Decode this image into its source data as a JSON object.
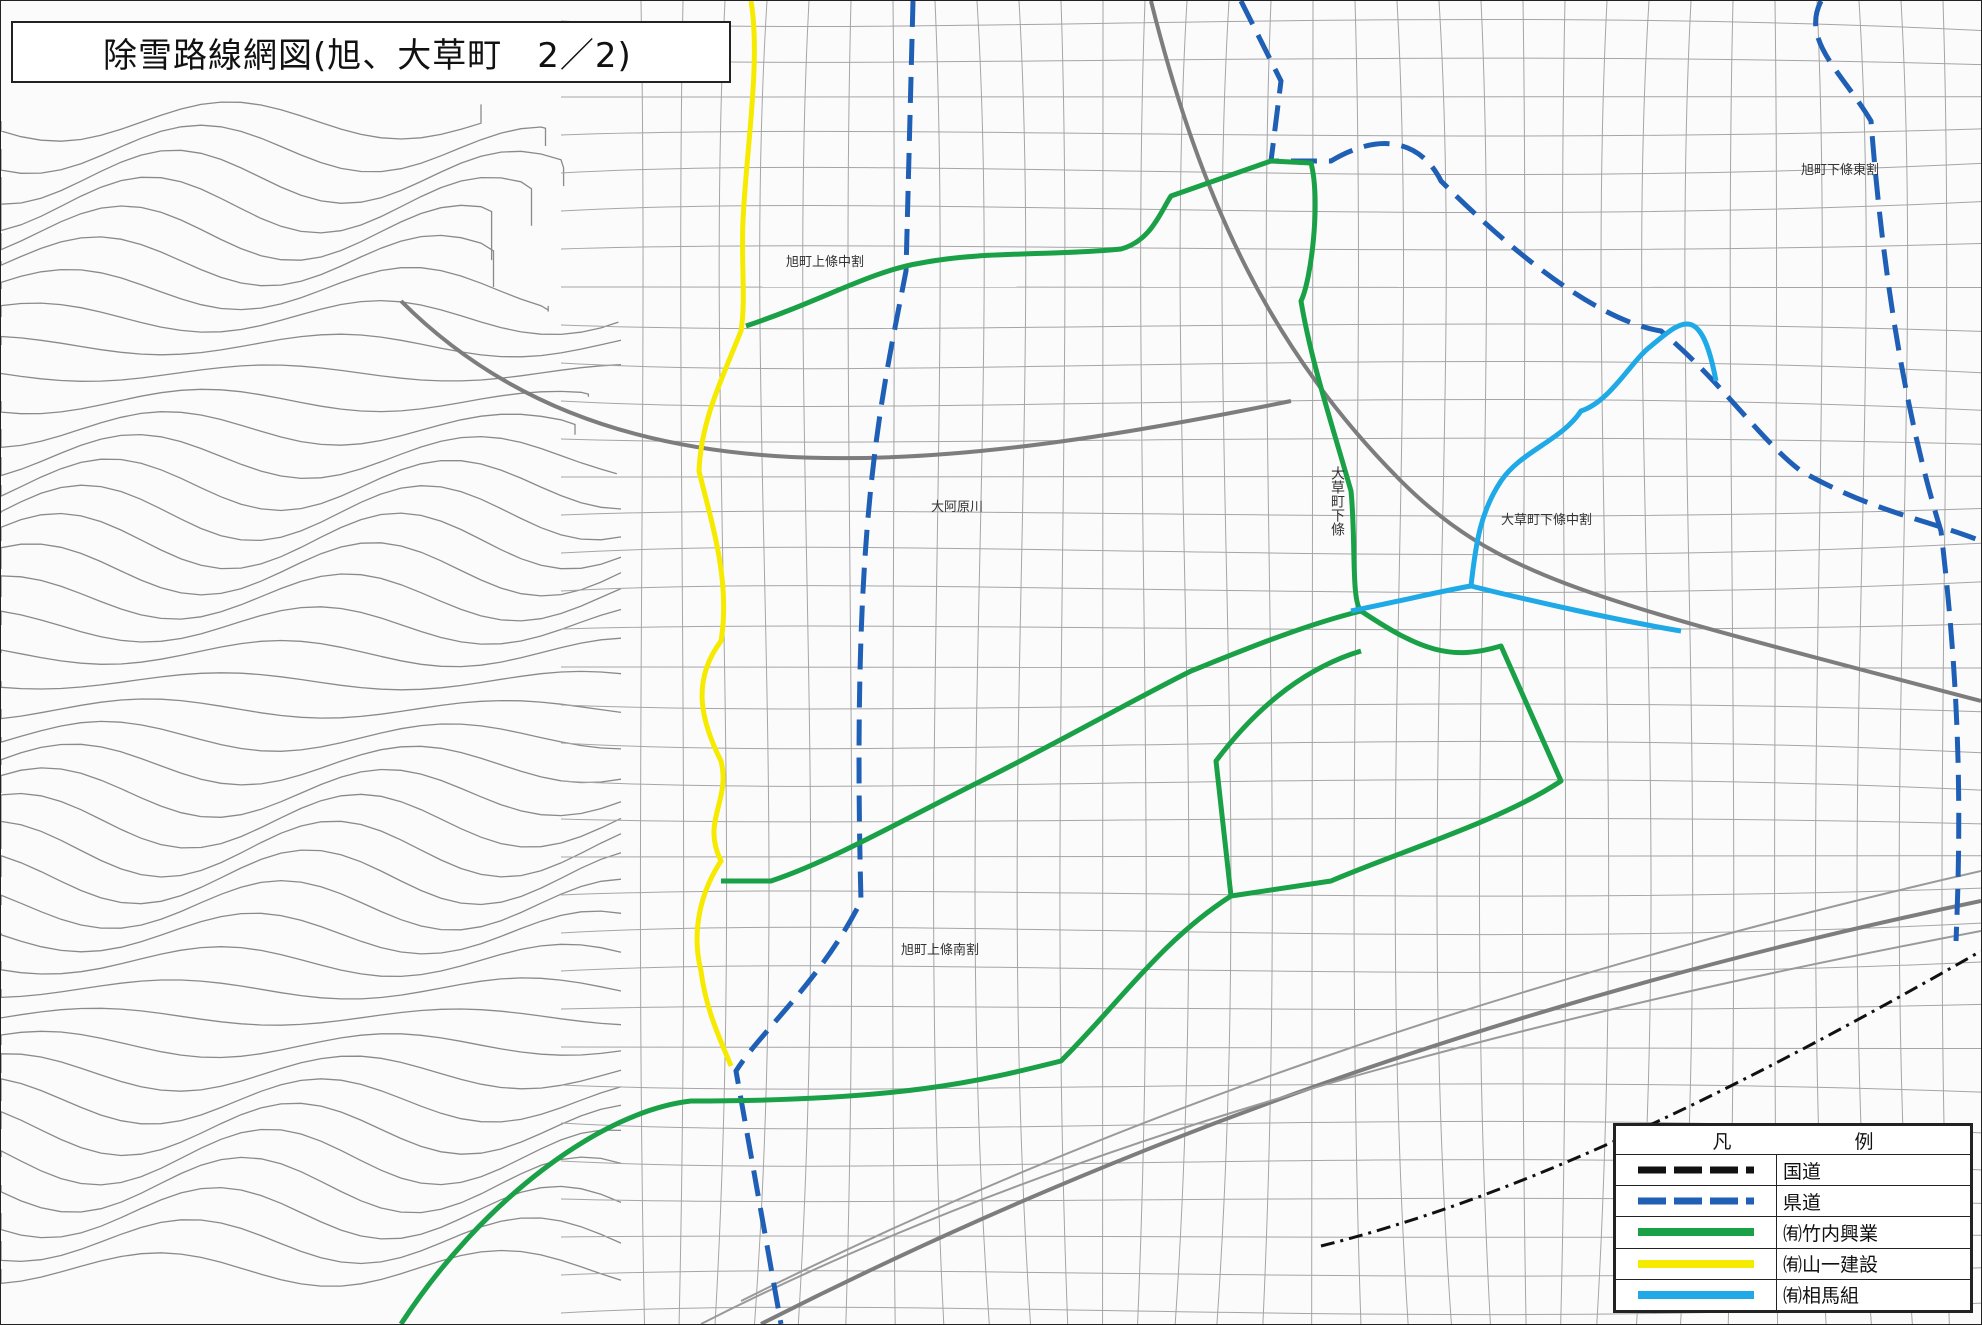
{
  "title": "除雪路線網図(旭、大草町　2／2)",
  "legend": {
    "header": "凡　例",
    "items": [
      {
        "label": "国道",
        "color": "#111111",
        "style": "dashed-black",
        "icon": "national-road-line-icon"
      },
      {
        "label": "県道",
        "color": "#1f5fb5",
        "style": "dashed-blue",
        "icon": "prefectural-road-line-icon"
      },
      {
        "label": "㈲竹内興業",
        "color": "#1aa046",
        "style": "solid",
        "icon": "takeuchi-route-line-icon"
      },
      {
        "label": "㈲山一建設",
        "color": "#f5ea00",
        "style": "solid",
        "icon": "yamaichi-route-line-icon"
      },
      {
        "label": "㈲相馬組",
        "color": "#1fa9e6",
        "style": "solid",
        "icon": "souma-route-line-icon"
      }
    ]
  },
  "place_labels": [
    {
      "id": "kamijo-naka",
      "text": "旭町上條中割"
    },
    {
      "id": "kamijo-minami",
      "text": "旭町上條南割"
    },
    {
      "id": "shimojo-naka",
      "text": "大草町下條中割"
    },
    {
      "id": "shimojo-higashi",
      "text": "旭町下條東割"
    },
    {
      "id": "ooa-river",
      "text": "大阿原川"
    },
    {
      "id": "shimojo-vertical",
      "text": "大草町下條"
    }
  ],
  "colors": {
    "green_route": "#1aa046",
    "yellow_route": "#f5ea00",
    "cyan_route": "#1fa9e6",
    "blue_dashed": "#1f5fb5",
    "base_map": "#9a9a9a"
  }
}
